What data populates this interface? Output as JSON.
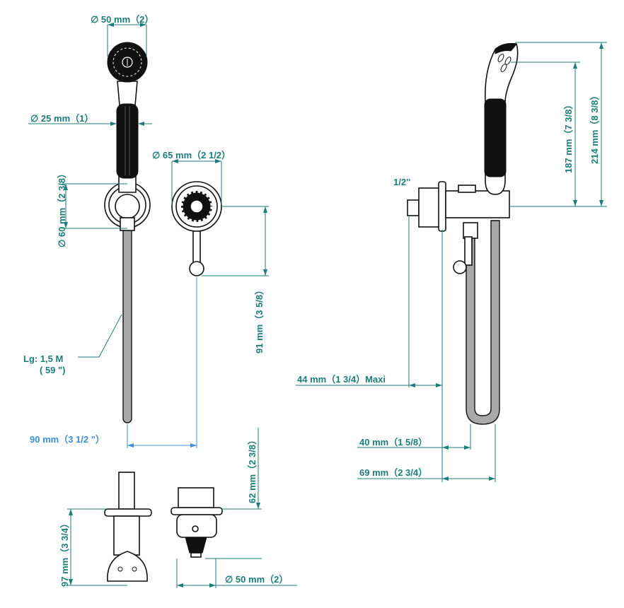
{
  "dimensions": {
    "head_diameter_top": "∅  50 mm（2）",
    "handle_diameter": "∅  25 mm（1）",
    "holder_diameter": "∅  60 mm（2 3/8）",
    "flange_diameter": "∅  65 mm（2 1/2）",
    "lever_height": "91 mm（3 5/8）",
    "hose_length_line1": "Lg: 1,5 M",
    "hose_length_line2": "( 59 \")",
    "spacing": "90 mm（3 1/2 \"）",
    "outlet_height": "62 mm（2 3/8）",
    "bottom_height": "97 mm（3 3/4）",
    "bottom_diameter": "∅  50 mm（2）",
    "thread": "1/2''",
    "height_187": "187 mm（7 3/8）",
    "height_214": "214 mm（8 3/8）",
    "depth_44": "44 mm（1 3/4）Maxi",
    "depth_40": "40 mm（1 5/8）",
    "depth_69": "69 mm（2 3/4）"
  },
  "colors": {
    "dimension": "#1c7d79",
    "spacing": "#3d8fd6"
  }
}
